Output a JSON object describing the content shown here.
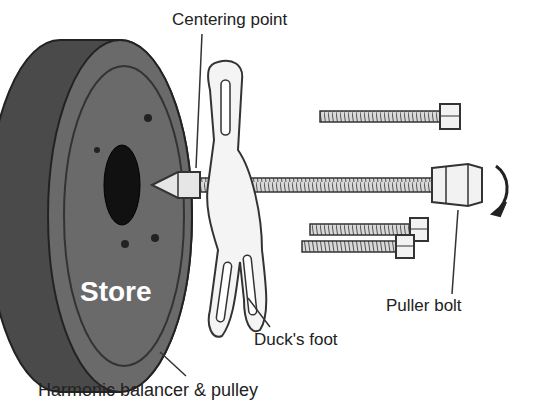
{
  "diagram": {
    "labels": [
      "Centering point",
      "Duck's foot",
      "Puller bolt",
      "Harmonic balancer & pulley",
      "Store"
    ]
  }
}
